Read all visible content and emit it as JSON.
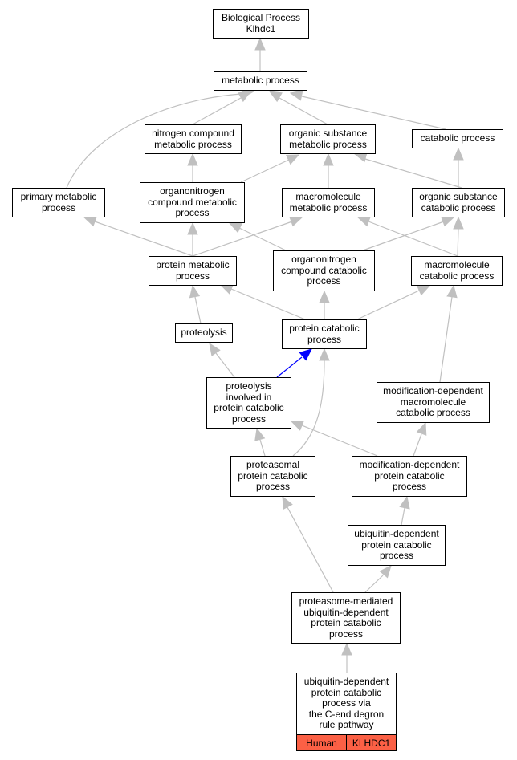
{
  "colors": {
    "edge": "#c0c0c0",
    "highlight_edge": "#0000ff",
    "leaf_tag": "#fb6045"
  },
  "nodes": {
    "bp_root": "Biological Process\nKlhdc1",
    "metabolic": "metabolic process",
    "nitrogen": "nitrogen compound\nmetabolic process",
    "organic_sub_meta": "organic substance\nmetabolic process",
    "catabolic": "catabolic process",
    "primary": "primary metabolic\nprocess",
    "organonitrogen_meta": "organonitrogen\ncompound metabolic\nprocess",
    "macromolecule_meta": "macromolecule\nmetabolic process",
    "organic_sub_cat": "organic substance\ncatabolic process",
    "protein_meta": "protein metabolic\nprocess",
    "organonitrogen_cat": "organonitrogen\ncompound catabolic\nprocess",
    "macromolecule_cat": "macromolecule\ncatabolic process",
    "proteolysis": "proteolysis",
    "protein_cat": "protein catabolic\nprocess",
    "proteolysis_involved": "proteolysis\ninvolved in\nprotein catabolic\nprocess",
    "moddep_macro": "modification-dependent\nmacromolecule\ncatabolic process",
    "proteasomal": "proteasomal\nprotein catabolic\nprocess",
    "moddep_protein": "modification-dependent\nprotein catabolic\nprocess",
    "ubiq_dep": "ubiquitin-dependent\nprotein catabolic\nprocess",
    "proteasome_mediated": "proteasome-mediated\nubiquitin-dependent\nprotein catabolic\nprocess",
    "leaf": "ubiquitin-dependent\nprotein catabolic\nprocess via\nthe C-end degron\nrule pathway"
  },
  "leaf_tags": {
    "species": "Human",
    "gene": "KLHDC1"
  }
}
